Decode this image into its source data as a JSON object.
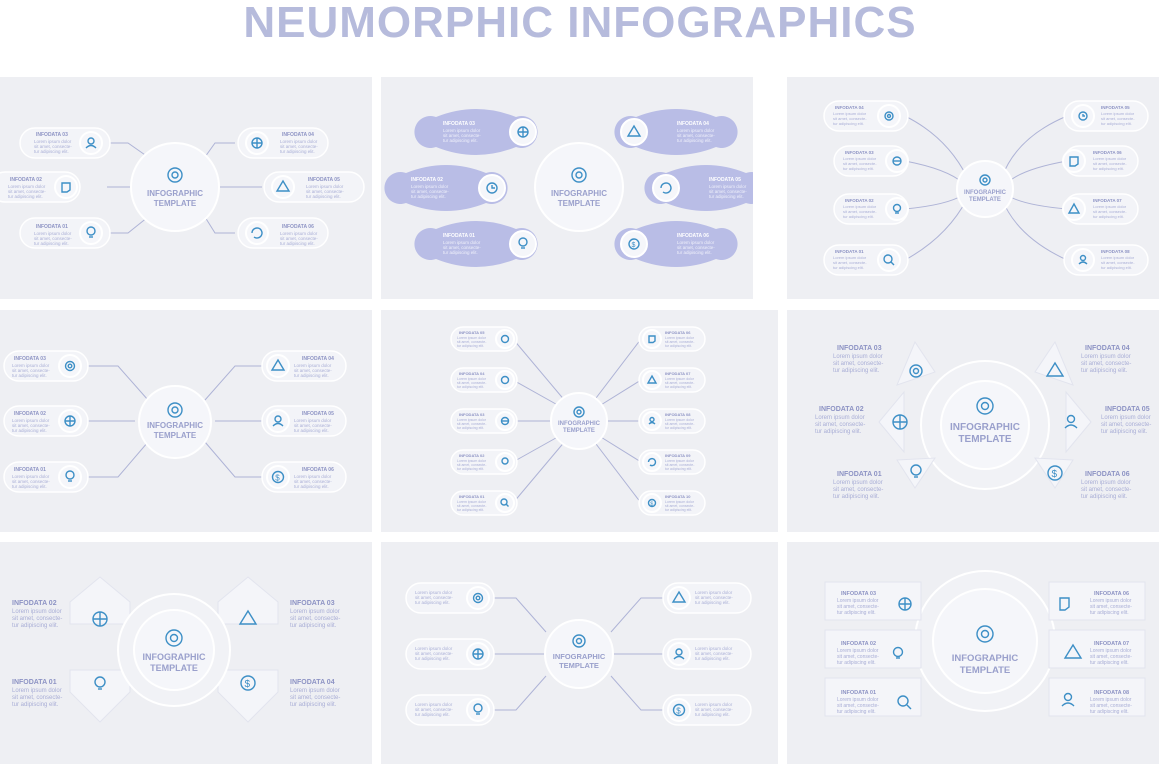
{
  "title": "NEUMORPHIC INFOGRAPHICS",
  "center": {
    "line1": "INFOGRAPHIC",
    "line2": "TEMPLATE"
  },
  "lorem": {
    "l1": "Lorem ipsum dolor",
    "l2": "sit amet, consecte-",
    "l3": "tur adipiscing elit."
  },
  "infodata": {
    "d01": "INFODATA 01",
    "d02": "INFODATA 02",
    "d03": "INFODATA 03",
    "d04": "INFODATA 04",
    "d05": "INFODATA 05",
    "d06": "INFODATA 06",
    "d07": "INFODATA 07",
    "d08": "INFODATA 08",
    "d09": "INFODATA 09",
    "d10": "INFODATA 10"
  },
  "icons": [
    "target-icon",
    "user-icon",
    "bulb-icon",
    "globe-icon",
    "warning-icon",
    "refresh-icon",
    "clock-icon",
    "chat-icon",
    "gear-icon",
    "dollar-icon",
    "search-icon"
  ],
  "colors": {
    "title": "#b6bbdc",
    "background": "#eeeff3",
    "accent_blob": "#b9bde6",
    "icon": "#3d8fc6",
    "label": "#8d93c4",
    "body": "#a9aed6"
  }
}
